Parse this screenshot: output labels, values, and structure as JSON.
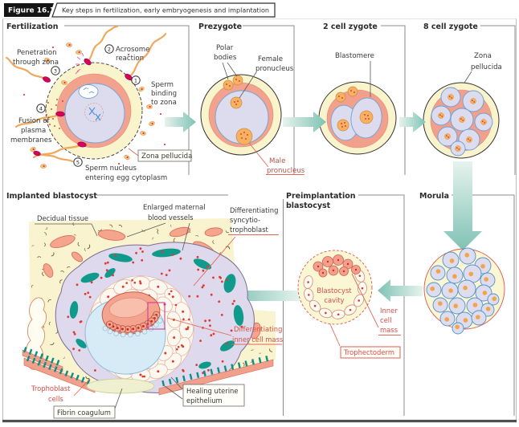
{
  "header": {
    "figure_tag": "Figure 16.1",
    "title": "Key steps in fertilization, early embryogenesis and implantation"
  },
  "panels": {
    "fertilization": {
      "title": "Fertilization",
      "zona_label": "Zona pellucida",
      "steps": [
        {
          "num": "1",
          "lines": [
            "Sperm",
            "binding",
            "to zona"
          ]
        },
        {
          "num": "2",
          "lines": [
            "Acrosome",
            "reaction"
          ]
        },
        {
          "num": "3",
          "lines": [
            "Penetration",
            "through zona"
          ]
        },
        {
          "num": "4",
          "lines": [
            "Fusion of",
            "plasma",
            "membranes"
          ]
        },
        {
          "num": "5",
          "lines": [
            "Sperm nucleus",
            "entering egg cytoplasm"
          ]
        }
      ]
    },
    "prezygote": {
      "title": "Prezygote",
      "polar_bodies": [
        "Polar",
        "bodies"
      ],
      "female_pronucleus": [
        "Female",
        "pronucleus"
      ],
      "male_pronucleus": [
        "Male",
        "pronucleus"
      ]
    },
    "two_cell": {
      "title": "2 cell zygote",
      "blastomere": "Blastomere"
    },
    "eight_cell": {
      "title": "8 cell zygote",
      "zona_label": [
        "Zona",
        "pellucida"
      ]
    },
    "morula": {
      "title": "Morula"
    },
    "preimplantation": {
      "title_lines": [
        "Preimplantation",
        "blastocyst"
      ],
      "cavity": [
        "Blastocyst",
        "cavity"
      ],
      "inner_cell_mass": [
        "Inner",
        "cell",
        "mass"
      ],
      "trophectoderm": "Trophectoderm"
    },
    "implanted": {
      "title": "Implanted blastocyst",
      "decidual": "Decidual tissue",
      "vessels": [
        "Enlarged maternal",
        "blood vessels"
      ],
      "syncytio": [
        "Differentiating",
        "syncytio-",
        "trophoblast"
      ],
      "diff_icm": [
        "Differentiating",
        "inner cell mass"
      ],
      "trophoblast": [
        "Trophoblast",
        "cells"
      ],
      "fibrin": "Fibrin coagulum",
      "healing": [
        "Healing uterine",
        "epithelium"
      ]
    }
  },
  "colors": {
    "accent_red": "#d94f45",
    "leader_red": "#e06a55",
    "arrow_teal": "#7fc2b4",
    "zona_yellow": "#faf4cd",
    "salmon": "#f2a28d",
    "lavender_cell": "#dcdcee",
    "tissue_teal": "#0f9a8c",
    "cavity_blue": "#d6ebf6",
    "sperm_head": "#d6005f",
    "nucleus_orange": "#f6b163"
  }
}
